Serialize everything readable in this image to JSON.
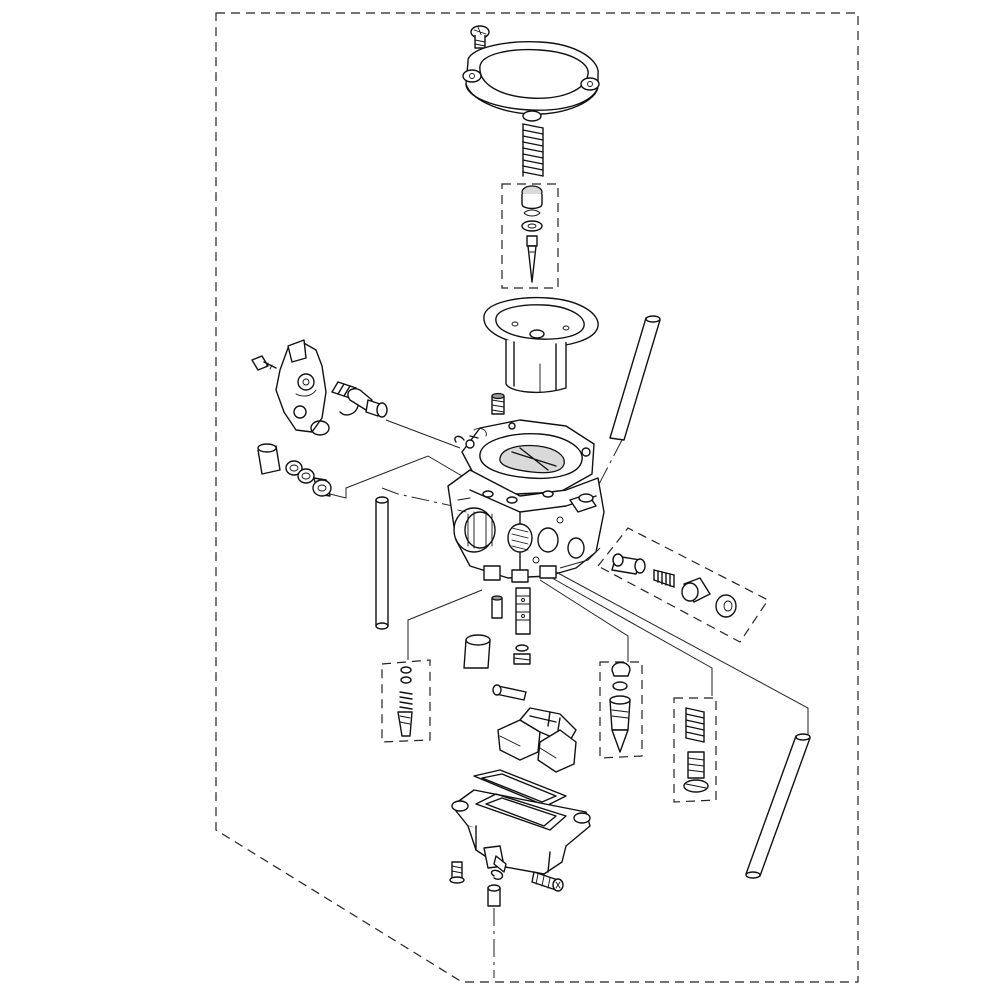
{
  "diagram": {
    "type": "exploded-parts-diagram",
    "colors": {
      "line": "#111111",
      "shade": "#d9d9d9",
      "background": "#ffffff"
    },
    "parts": [
      "top-screw",
      "diaphragm-cover",
      "piston-spring",
      "needle-holder-assembly",
      "vacuum-piston-diaphragm",
      "throttle-stop-screw",
      "accelerator-pump-cover",
      "pump-cover-screw",
      "pump-spring",
      "pump-rod",
      "pump-o-ring",
      "pilot-screw-set",
      "vent-tube-upper",
      "vent-tube-left",
      "vent-tube-right",
      "vent-tube-bottom",
      "carburetor-body",
      "starter-plunger-assembly",
      "main-jet",
      "main-jet-holder",
      "needle-jet",
      "slow-jet",
      "float-valve-set",
      "float-pin",
      "float",
      "drain-screw-set",
      "float-bowl-gasket",
      "float-bowl",
      "bowl-screw",
      "drain-screw"
    ]
  }
}
